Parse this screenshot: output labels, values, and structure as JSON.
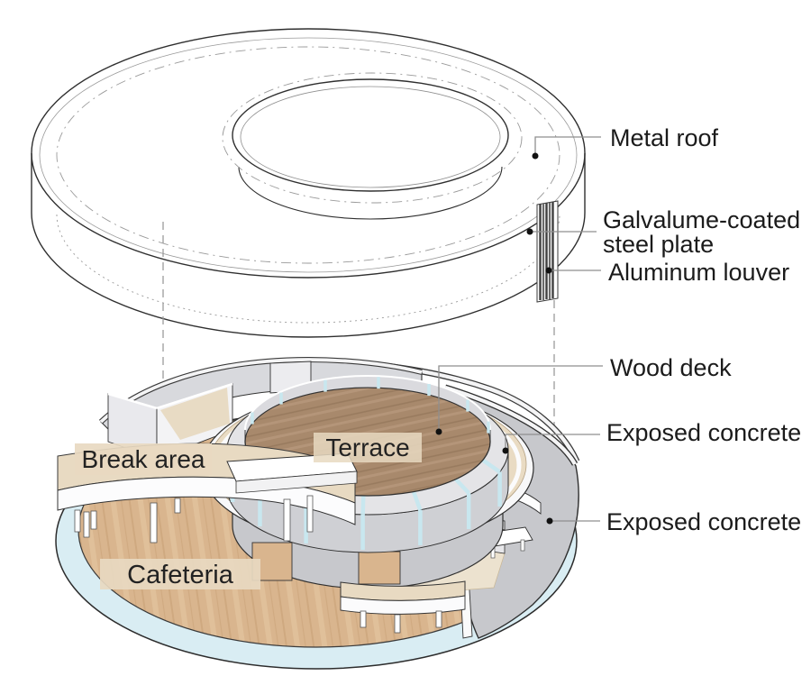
{
  "figure": {
    "type": "architectural-exploded-axonometric-diagram",
    "callouts": [
      {
        "id": "metal-roof",
        "label": "Metal roof"
      },
      {
        "id": "galvalume-steel-plate",
        "lines": [
          "Galvalume-coated",
          "steel plate"
        ]
      },
      {
        "id": "aluminum-louver",
        "label": "Aluminum louver"
      },
      {
        "id": "wood-deck",
        "label": "Wood deck"
      },
      {
        "id": "exposed-concrete-upper",
        "label": "Exposed concrete"
      },
      {
        "id": "exposed-concrete-lower",
        "label": "Exposed concrete"
      }
    ],
    "area_labels": [
      {
        "id": "break-area",
        "label": "Break area"
      },
      {
        "id": "terrace",
        "label": "Terrace"
      },
      {
        "id": "cafeteria",
        "label": "Cafeteria"
      }
    ],
    "colors": {
      "ink": "#1b1b1b",
      "line_dark": "#2f2f2f",
      "line_light": "#8f8f8f",
      "leader": "#8f8f8f",
      "glass_base": "#d9edf3",
      "glazing_slit": "#c8e7ef",
      "cafeteria_floor": "#d9b58e",
      "wood_deck": "#a8896c",
      "concrete_wall": "#c7c8cc",
      "concrete_panel": "#cfd0d4",
      "panel_top": "#e4e4e7",
      "walkway_beige": "#e9dbc3",
      "deck_beige": "#e8dac2",
      "room_floor_beige": "#ece2cf",
      "label_bg": "#e8d9c1",
      "white_trim": "#fafafa"
    }
  }
}
